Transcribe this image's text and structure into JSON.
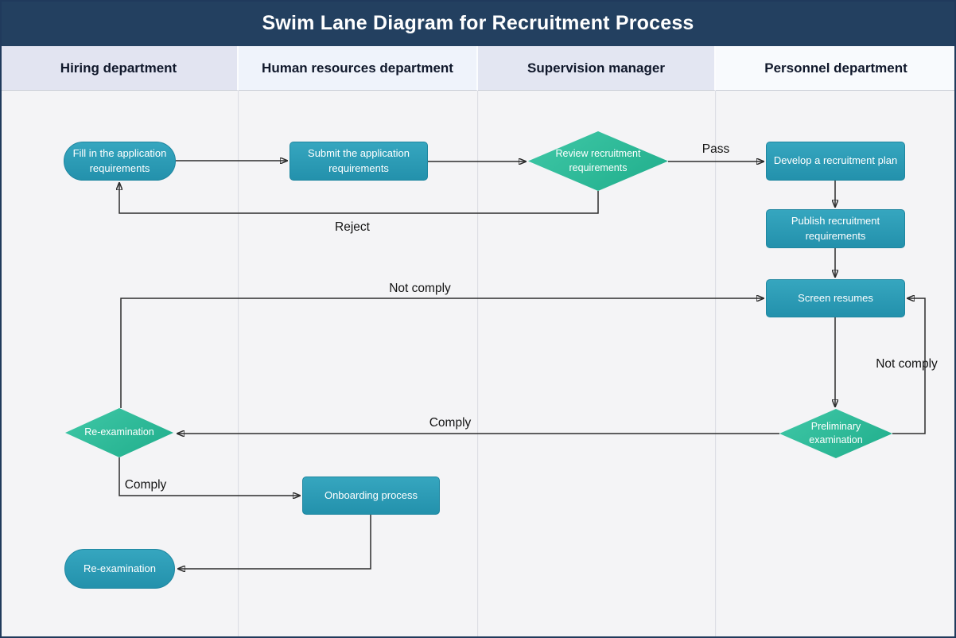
{
  "title": "Swim Lane Diagram for Recruitment Process",
  "lanes": [
    {
      "label": "Hiring department"
    },
    {
      "label": "Human resources department"
    },
    {
      "label": "Supervision manager"
    },
    {
      "label": "Personnel department"
    }
  ],
  "nodes": [
    {
      "id": "fill-application",
      "type": "terminator",
      "lane": "Hiring department",
      "label": "Fill in the application requirements"
    },
    {
      "id": "submit-application",
      "type": "process",
      "lane": "Human resources department",
      "label": "Submit the application requirements"
    },
    {
      "id": "review-requirements",
      "type": "decision",
      "lane": "Supervision manager",
      "label": "Review recruitment requirements"
    },
    {
      "id": "develop-plan",
      "type": "process",
      "lane": "Personnel department",
      "label": "Develop a recruitment plan"
    },
    {
      "id": "publish-requirements",
      "type": "process",
      "lane": "Personnel department",
      "label": "Publish recruitment requirements"
    },
    {
      "id": "screen-resumes",
      "type": "process",
      "lane": "Personnel department",
      "label": "Screen resumes"
    },
    {
      "id": "preliminary-examination",
      "type": "decision",
      "lane": "Personnel department",
      "label": "Preliminary examination"
    },
    {
      "id": "re-examination-decision",
      "type": "decision",
      "lane": "Hiring department",
      "label": "Re-examination"
    },
    {
      "id": "onboarding-process",
      "type": "process",
      "lane": "Human resources department",
      "label": "Onboarding process"
    },
    {
      "id": "re-examination-end",
      "type": "terminator",
      "lane": "Hiring department",
      "label": "Re-examination"
    }
  ],
  "edge_labels": {
    "pass": "Pass",
    "reject": "Reject",
    "not_comply_left": "Not comply",
    "not_comply_right": "Not comply",
    "comply_long": "Comply",
    "comply_down": "Comply"
  },
  "colors": {
    "title_bar": "#234060",
    "process_fill": "#2b9db7",
    "decision_fill": "#2dbe9c",
    "lane_header_odd": "#e2e4f1",
    "lane_header_even": "#eff3fb",
    "body_background": "#f4f4f6",
    "connector": "#2d2d2d",
    "node_text": "#ffffff"
  }
}
